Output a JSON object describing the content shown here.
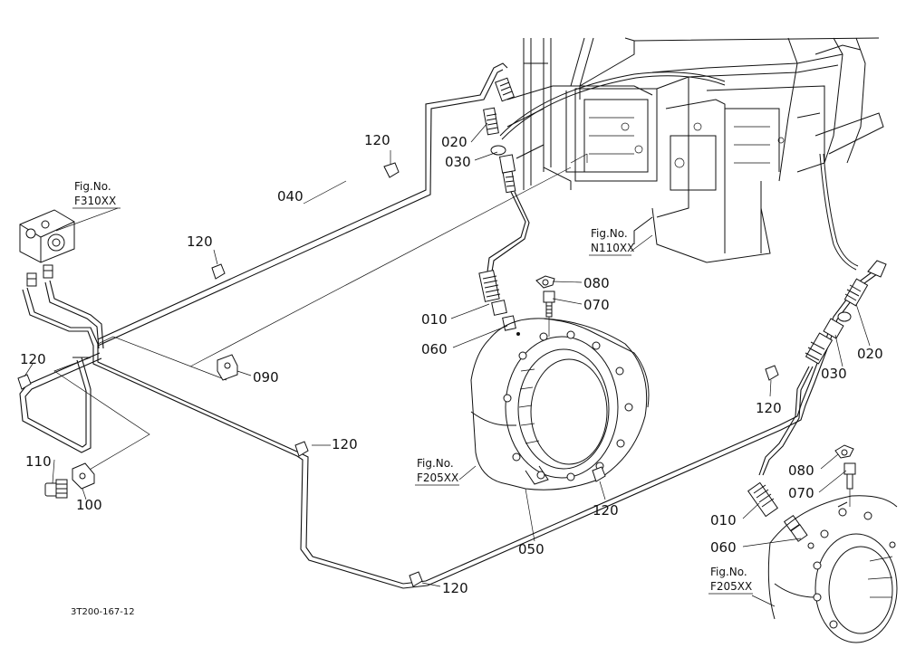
{
  "labels": {
    "l040": "040",
    "l120a": "120",
    "l120b": "120",
    "l120c": "120",
    "l120d": "120",
    "l120e": "120",
    "l120f": "120",
    "l120g": "120",
    "l020a": "020",
    "l030a": "030",
    "l010a": "010",
    "l060a": "060",
    "l080a": "080",
    "l070a": "070",
    "l090": "090",
    "l110": "110",
    "l100": "100",
    "l050": "050",
    "l020b": "020",
    "l030b": "030",
    "l080b": "080",
    "l070b": "070",
    "l010b": "010",
    "l060b": "060"
  },
  "refs": {
    "f310": {
      "line1": "Fig.No.",
      "line2": "F310XX"
    },
    "n110": {
      "line1": "Fig.No.",
      "line2": "N110XX"
    },
    "f205a": {
      "line1": "Fig.No.",
      "line2": "F205XX"
    },
    "f205b": {
      "line1": "Fig.No.",
      "line2": "F205XX"
    }
  },
  "drawing_code": "3T200-167-12"
}
